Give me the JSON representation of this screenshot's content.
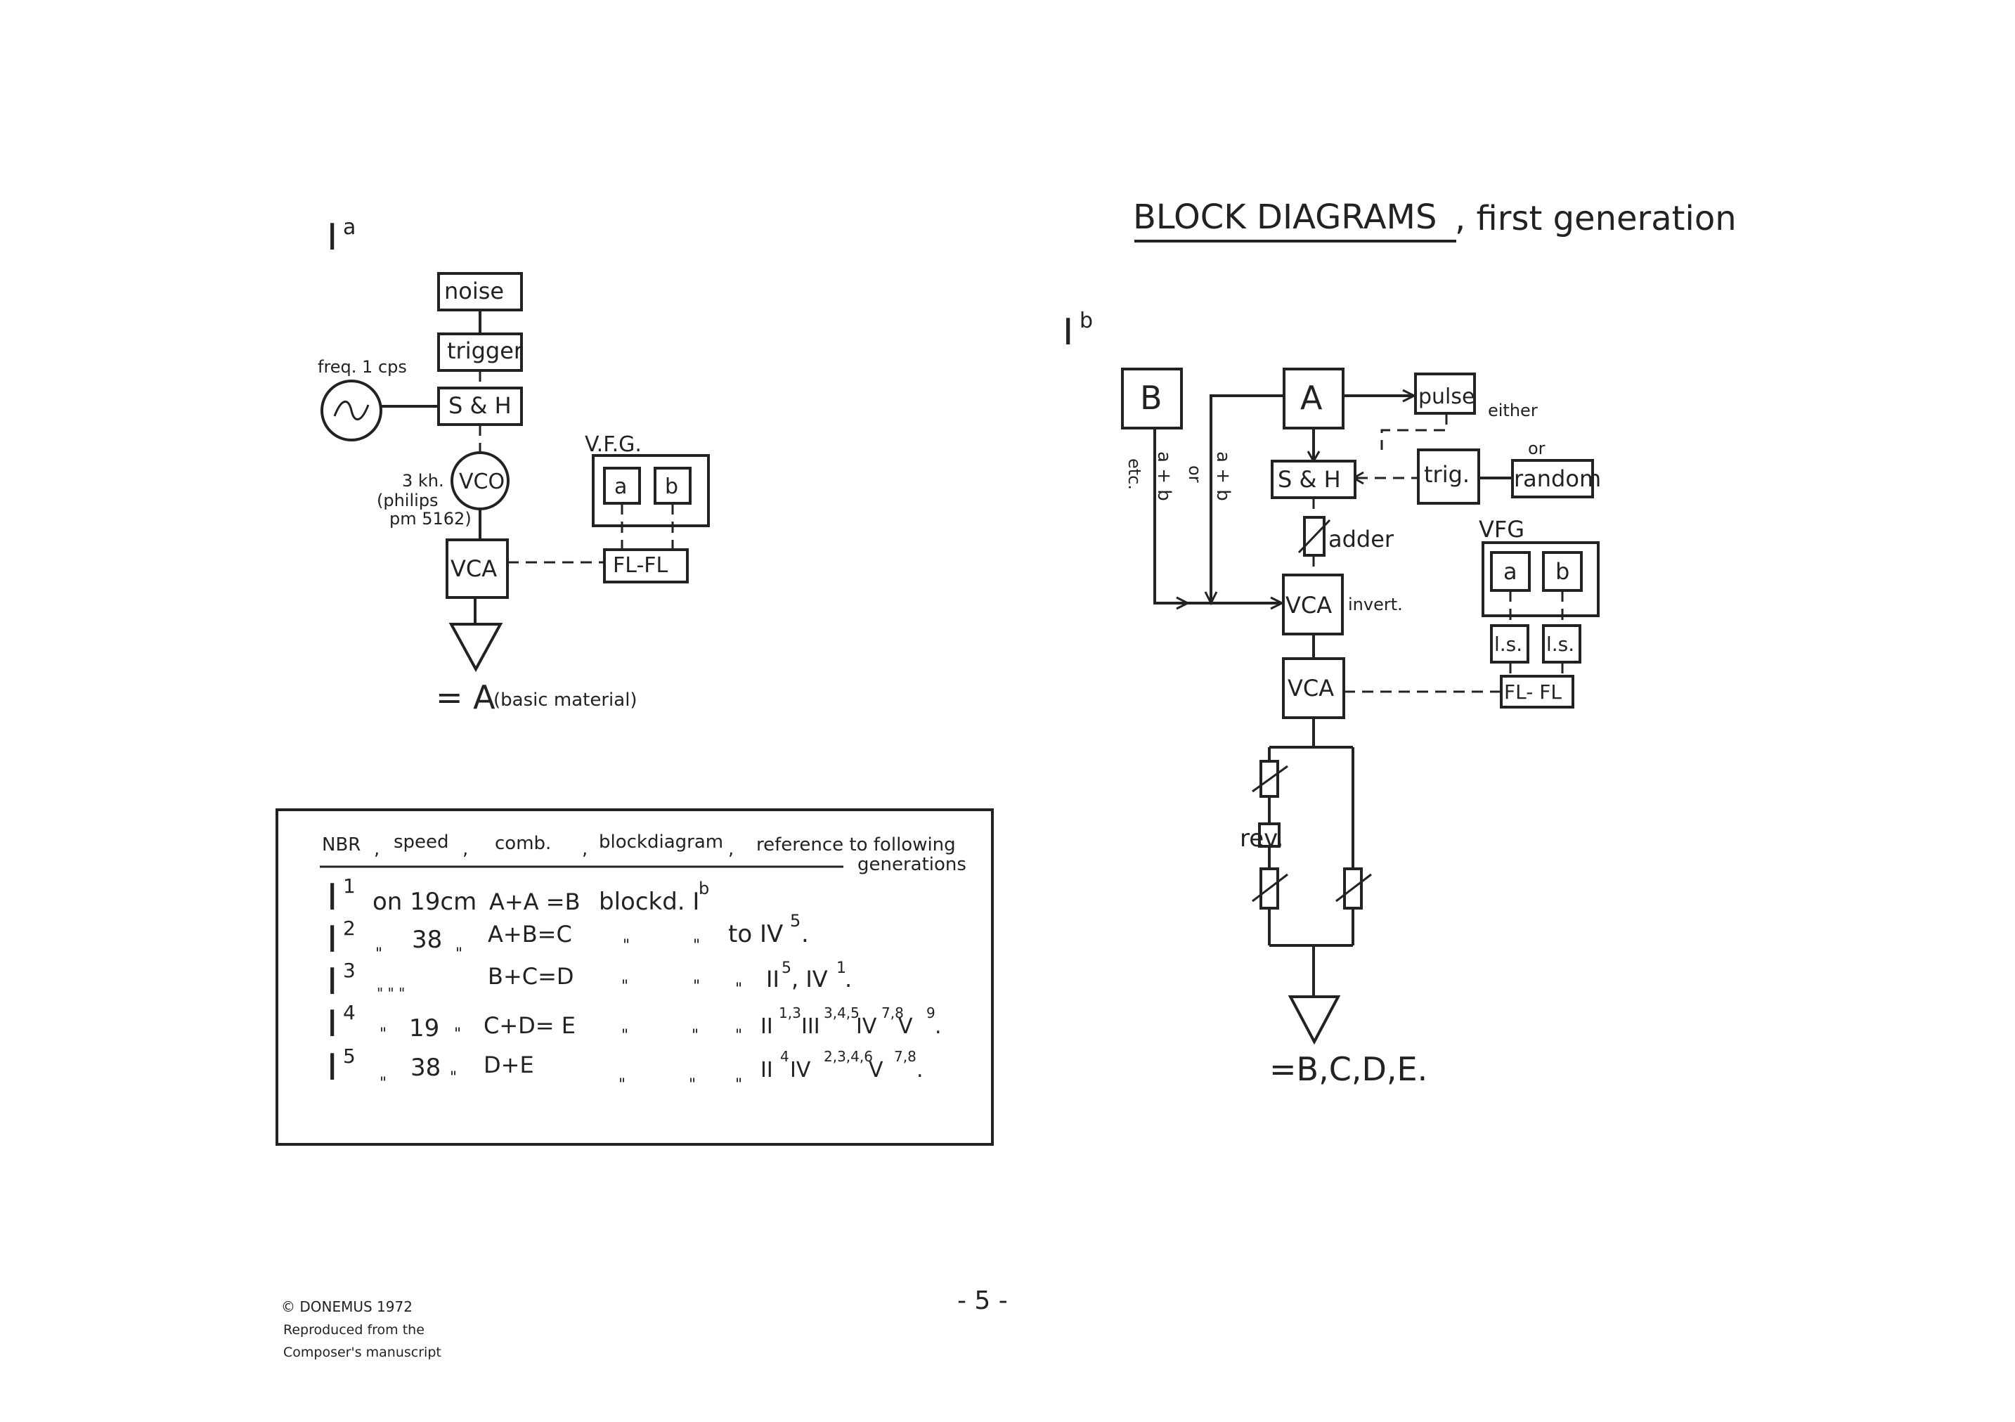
{
  "page": {
    "title": "BLOCK DIAGRAMS",
    "subtitle": ", first generation",
    "page_number": "- 5 -",
    "copyright_line1": "© DONEMUS 1972",
    "copyright_line2": "Reproduced from the",
    "copyright_line3": "Composer's manuscript"
  },
  "diagram_a": {
    "label": "I",
    "label_sup": "a",
    "noise": "noise",
    "trigger": "trigger",
    "freq": "freq. 1 cps",
    "sh": "S & H",
    "vco": "VCO",
    "vco_note1": "3 kh.",
    "vco_note2": "(philips",
    "vco_note3": "pm 5162)",
    "vca": "VCA",
    "vfg": "V.F.G.",
    "a": "a",
    "b": "b",
    "flfl": "FL-FL",
    "result_eq": "= A",
    "result_note": "(basic material)"
  },
  "diagram_b": {
    "label": "I",
    "label_sup": "b",
    "B": "B",
    "A": "A",
    "pulse": "pulse",
    "either": "either",
    "or_top": "or",
    "trig": "trig.",
    "random": "random",
    "sh": "S & H",
    "adder": "adder",
    "vca1": "VCA",
    "invert": "invert.",
    "vca2": "VCA",
    "vfg": "VFG",
    "a": "a",
    "b": "b",
    "ls1": "l.s.",
    "ls2": "l.s.",
    "flfl": "FL- FL",
    "rev": "rev.",
    "side_apb1": "a + b",
    "side_or": "or",
    "side_apb2": "a + b",
    "side_etc": "etc.",
    "result": "=B,C,D,E."
  },
  "table": {
    "headers": [
      "NBR",
      ",",
      "speed",
      ",",
      "comb.",
      ",",
      "blockdiagram",
      ",",
      "reference to following",
      "generations"
    ],
    "rows": [
      {
        "nbr": "I",
        "nbr_sup": "1",
        "speed": "on 19cm",
        "comb": "A+A =B",
        "block": "blockd. I",
        "block_sup": "b",
        "ref": ""
      },
      {
        "nbr": "I",
        "nbr_sup": "2",
        "speed_pre": "\"",
        "speed": "38",
        "speed_post": "\"",
        "comb": "A+B=C",
        "block": "\"",
        "block2": "\"",
        "ref": "to IV",
        "ref_sup": "5",
        "ref_post": "."
      },
      {
        "nbr": "I",
        "nbr_sup": "3",
        "speed": "\"  \"  \"",
        "comb": "B+C=D",
        "block": "\"",
        "block2": "\"",
        "block3": "\"",
        "ref": "II",
        "ref_sup": "5",
        "ref_post": ", IV",
        "ref_sup2": "1",
        "ref_end": "."
      },
      {
        "nbr": "I",
        "nbr_sup": "4",
        "speed_pre": "\"",
        "speed": "19",
        "speed_post": "\"",
        "comb": "C+D= E",
        "block": "\"",
        "block2": "\"",
        "block3": "\"",
        "ref": "II",
        "ref_sup": "1,3",
        "ref_post": " III",
        "ref_sup2": "3,4,5",
        "ref_post2": " IV",
        "ref_sup3": "7,8",
        "ref_post3": " V",
        "ref_sup4": "9",
        "ref_end": "."
      },
      {
        "nbr": "I",
        "nbr_sup": "5",
        "speed_pre": "\"",
        "speed": "38",
        "speed_post": "\"",
        "comb": "D+E",
        "block": "\"",
        "block2": "\"",
        "block3": "\"",
        "ref": "II",
        "ref_sup": "4",
        "ref_post": " IV",
        "ref_sup2": "2,3,4,6",
        "ref_post2": " V",
        "ref_sup3": "7,8",
        "ref_end": "."
      }
    ]
  }
}
